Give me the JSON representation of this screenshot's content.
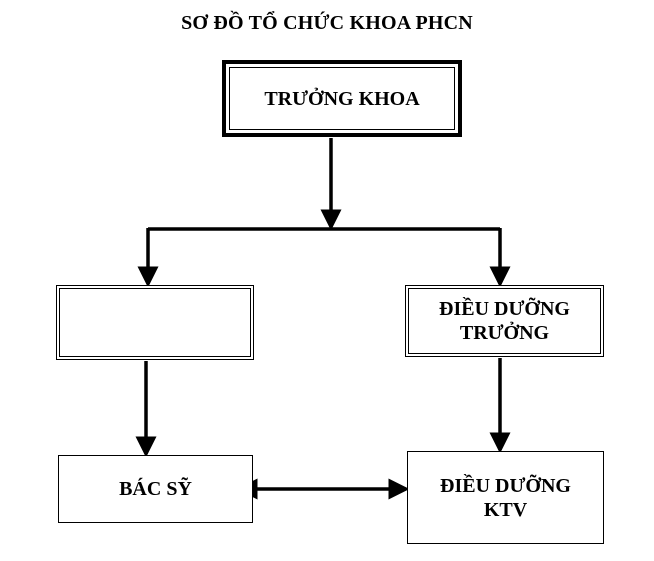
{
  "title": "SƠ ĐỒ TỔ CHỨC KHOA PHCN",
  "nodes": {
    "truong_khoa": "TRƯỞNG KHOA",
    "blank": "",
    "dieu_duong_truong_line1": "ĐIỀU DƯỠNG",
    "dieu_duong_truong_line2": "TRƯỞNG",
    "bac_sy": "BÁC SỸ",
    "dieu_duong_ktv_line1": "ĐIỀU DƯỠNG",
    "dieu_duong_ktv_line2": "KTV"
  },
  "colors": {
    "line": "#000000",
    "background": "#ffffff"
  }
}
